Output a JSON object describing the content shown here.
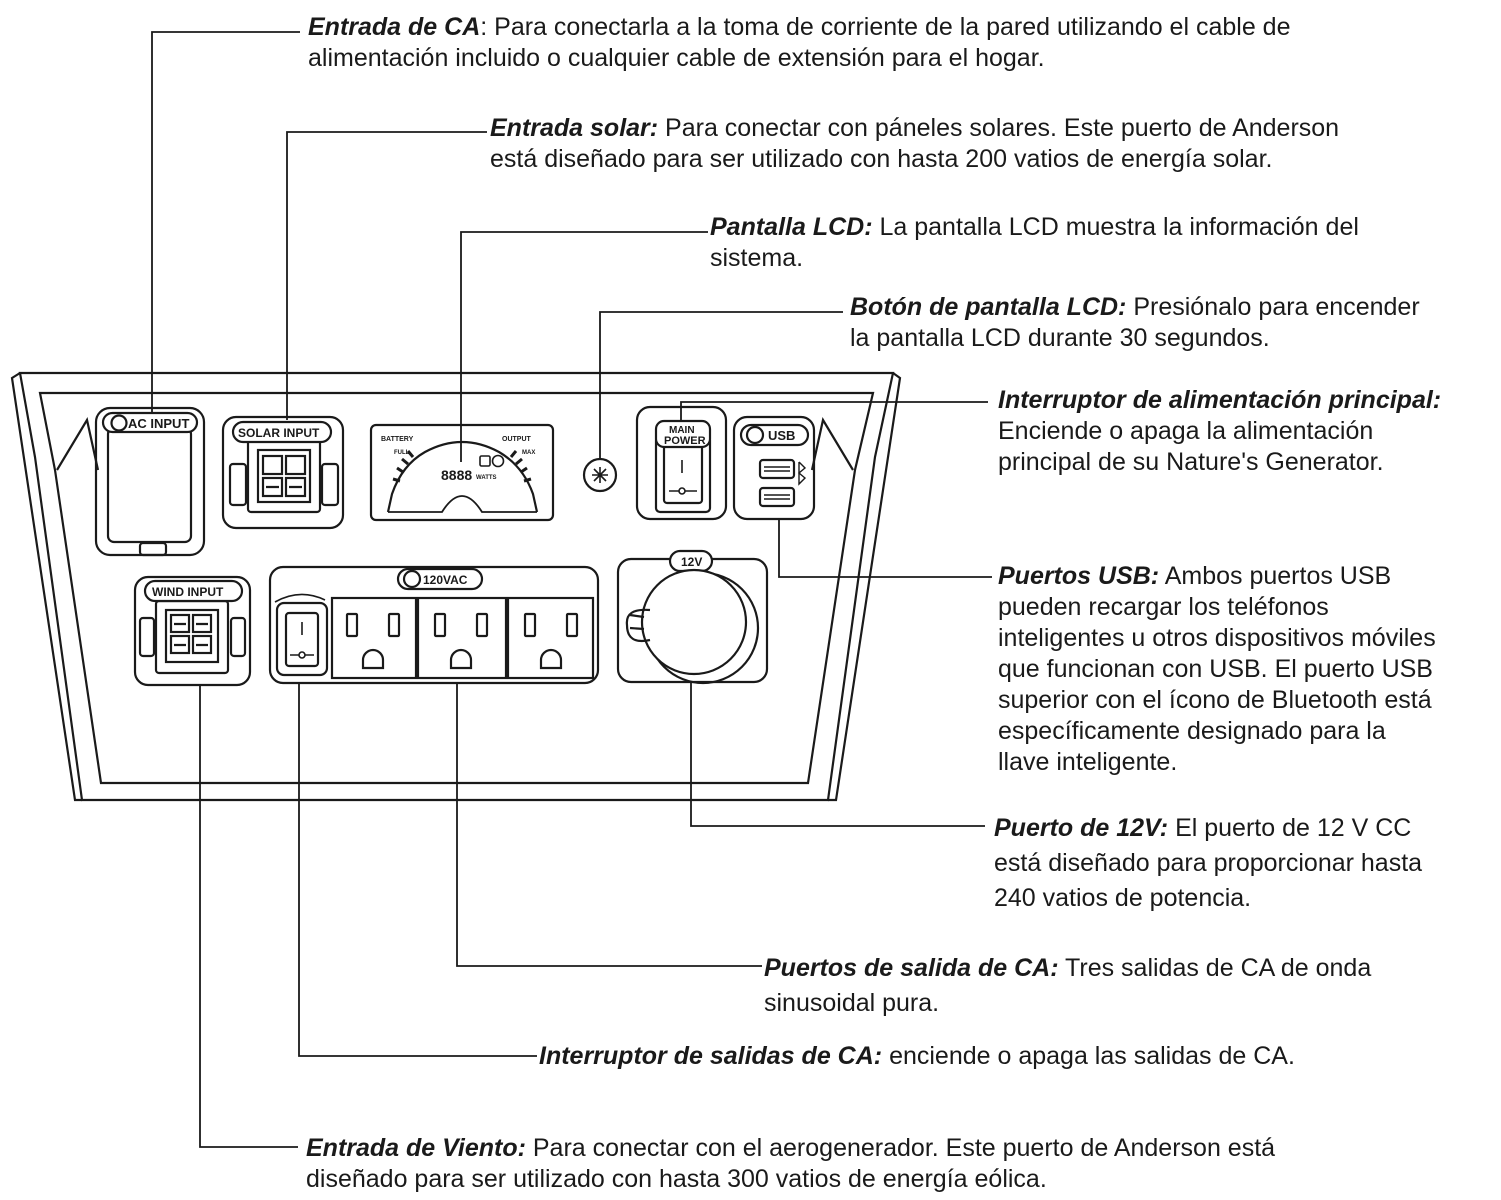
{
  "panel": {
    "labels": {
      "ac_input": "AC INPUT",
      "solar_input": "SOLAR INPUT",
      "battery": "BATTERY",
      "output": "OUTPUT",
      "full": "FULL",
      "max": "MAX",
      "watts": "WATTS",
      "main_power_1": "MAIN",
      "main_power_2": "POWER",
      "usb": "USB",
      "wind_input": "WIND INPUT",
      "vac": "120VAC",
      "v12": "12V"
    }
  },
  "callouts": {
    "ac_input": {
      "title": "Entrada de CA",
      "body_1": ": Para conectarla a la toma de corriente de la pared utilizando el cable de",
      "body_2": "alimentación incluido o cualquier cable de extensión para el hogar."
    },
    "solar_input": {
      "title": "Entrada solar:",
      "body_1": " Para conectar con páneles solares. Este puerto de Anderson",
      "body_2": "está diseñado para ser utilizado con hasta 200 vatios de energía solar."
    },
    "lcd_screen": {
      "title": "Pantalla LCD:",
      "body_1": " La pantalla LCD muestra la información del",
      "body_2": "sistema."
    },
    "lcd_button": {
      "title": "Botón de pantalla LCD:",
      "body_1": " Presiónalo para encender",
      "body_2": "la pantalla LCD durante 30 segundos."
    },
    "main_power": {
      "title": "Interruptor de alimentación principal:",
      "body_1": "Enciende o apaga la alimentación",
      "body_2": "principal de su Nature's Generator."
    },
    "usb_ports": {
      "title": "Puertos USB:",
      "body_1": " Ambos puertos USB",
      "body_2": "pueden recargar los teléfonos",
      "body_3": "inteligentes u otros dispositivos móviles",
      "body_4": "que funcionan con USB. El puerto USB",
      "body_5": "superior con el ícono de Bluetooth está",
      "body_6": "específicamente designado para la",
      "body_7": "llave inteligente."
    },
    "port_12v": {
      "title": "Puerto de 12V:",
      "body_1": "  El puerto de 12 V CC",
      "body_2": "está diseñado para proporcionar hasta",
      "body_3": "240 vatios de potencia."
    },
    "ac_outputs": {
      "title": "Puertos de salida de CA:",
      "body_1": " Tres salidas de CA de onda",
      "body_2": "sinusoidal pura."
    },
    "ac_switch": {
      "title": "Interruptor de salidas de CA:",
      "body_1": " enciende o apaga las salidas de CA."
    },
    "wind_input": {
      "title": "Entrada de Viento:",
      "body_1": " Para conectar con el aerogenerador. Este puerto de Anderson está",
      "body_2": "diseñado para ser utilizado con hasta 300 vatios de energía eólica."
    }
  }
}
